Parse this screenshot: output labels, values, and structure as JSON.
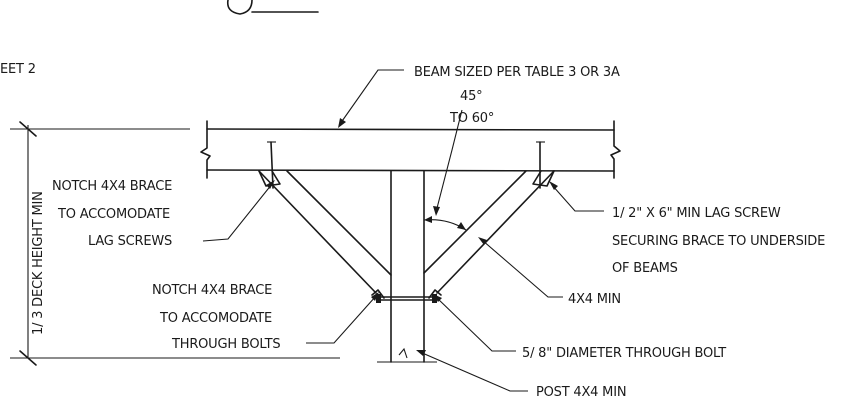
{
  "header": {
    "sheet_ref": "EET 2"
  },
  "dimension": {
    "label": "1/ 3 DECK HEIGHT MIN"
  },
  "angle": {
    "line1": "45°",
    "line2": "TO 60°"
  },
  "callouts": {
    "beam": "BEAM SIZED PER TABLE 3 OR 3A",
    "notch_lag_1": "NOTCH 4X4 BRACE",
    "notch_lag_2": "TO ACCOMODATE",
    "notch_lag_3": "LAG SCREWS",
    "lag_screw_1": "1/  2\" X 6\" MIN LAG SCREW",
    "lag_screw_2": "SECURING BRACE TO UNDERSIDE",
    "lag_screw_3": "OF BEAMS",
    "brace_size": "4X4 MIN",
    "notch_bolt_1": "NOTCH 4X4 BRACE",
    "notch_bolt_2": "TO ACCOMODATE",
    "notch_bolt_3": "THROUGH BOLTS",
    "through_bolt": "5/  8\" DIAMETER THROUGH BOLT",
    "post": "POST 4X4 MIN"
  }
}
